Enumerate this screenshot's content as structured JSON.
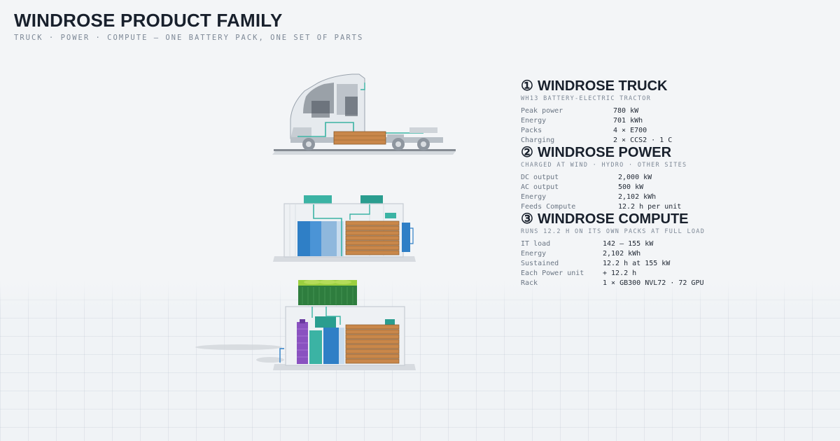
{
  "header": {
    "title": "WINDROSE PRODUCT FAMILY",
    "subtitle": "TRUCK · POWER · COMPUTE — ONE BATTERY PACK, ONE SET OF PARTS"
  },
  "products": [
    {
      "num": "①",
      "name": "WINDROSE TRUCK",
      "tagline": "WH13 BATTERY-ELECTRIC TRACTOR",
      "specs": [
        {
          "k": "Peak power",
          "v": "780 kW"
        },
        {
          "k": "Energy",
          "v": "701 kWh"
        },
        {
          "k": "Packs",
          "v": "4 × E700"
        },
        {
          "k": "Charging",
          "v": "2 × CCS2 · 1 C"
        }
      ]
    },
    {
      "num": "②",
      "name": "WINDROSE POWER",
      "tagline": "CHARGED AT WIND · HYDRO · OTHER SITES",
      "specs": [
        {
          "k": "DC output",
          "v": "2,000 kW"
        },
        {
          "k": "AC output",
          "v": "500 kW"
        },
        {
          "k": "Energy",
          "v": "2,102 kWh"
        },
        {
          "k": "Feeds Compute",
          "v": "12.2 h per unit"
        }
      ]
    },
    {
      "num": "③",
      "name": "WINDROSE COMPUTE",
      "tagline": "RUNS 12.2 H ON ITS OWN PACKS AT FULL LOAD",
      "specs": [
        {
          "k": "IT load",
          "v": "142 – 155 kW"
        },
        {
          "k": "Energy",
          "v": "2,102 kWh"
        },
        {
          "k": "Sustained",
          "v": "12.2 h at 155 kW"
        },
        {
          "k": "Each Power unit",
          "v": "+ 12.2 h"
        },
        {
          "k": "Rack",
          "v": "1 × GB300 NVL72 · 72 GPU"
        }
      ]
    }
  ],
  "colors": {
    "battery": "#c9874a",
    "teal": "#3bb3a4",
    "blue": "#2f7fc6",
    "purple": "#8a52c0",
    "green": "#2e7d3e",
    "frame": "#c6ccd3"
  }
}
